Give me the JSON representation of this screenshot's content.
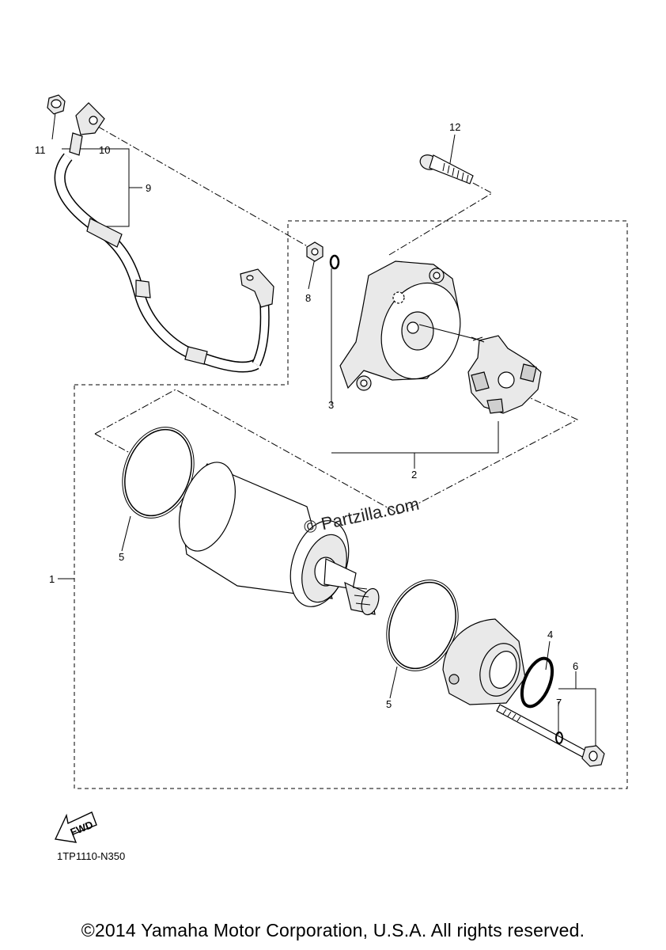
{
  "callouts": {
    "c1": "1",
    "c2": "2",
    "c3": "3",
    "c4": "4",
    "c5a": "5",
    "c5b": "5",
    "c6": "6",
    "c7": "7",
    "c8": "8",
    "c9": "9",
    "c10": "10",
    "c11": "11",
    "c12": "12"
  },
  "watermark": "© Partzilla.com",
  "fwd_label": "FWD",
  "diagram_code": "1TP1110-N350",
  "copyright": "©2014 Yamaha Motor Corporation, U.S.A. All rights reserved."
}
